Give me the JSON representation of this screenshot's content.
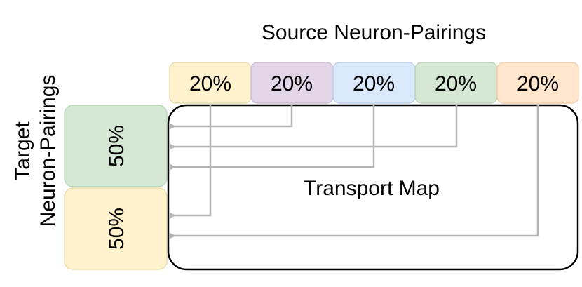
{
  "source_label": "Source Neuron-Pairings",
  "target_label_line1": "Target",
  "target_label_line2": "Neuron-Pairings",
  "transport_label": "Transport Map",
  "source_boxes": [
    {
      "value": "20%",
      "fill": "#fff2cc",
      "stroke": "#e8d99e"
    },
    {
      "value": "20%",
      "fill": "#e1d5e7",
      "stroke": "#c8b6d3"
    },
    {
      "value": "20%",
      "fill": "#dae8fc",
      "stroke": "#b8cde8"
    },
    {
      "value": "20%",
      "fill": "#d5e8d4",
      "stroke": "#b5d3b3"
    },
    {
      "value": "20%",
      "fill": "#ffe6cc",
      "stroke": "#ecc9a2"
    }
  ],
  "target_boxes": [
    {
      "value": "50%",
      "fill": "#d5e8d4",
      "stroke": "#b5d3b3"
    },
    {
      "value": "50%",
      "fill": "#fff2cc",
      "stroke": "#e8d99e"
    }
  ],
  "arrow_color": "#b3b3b3",
  "map_border_color": "#000000"
}
